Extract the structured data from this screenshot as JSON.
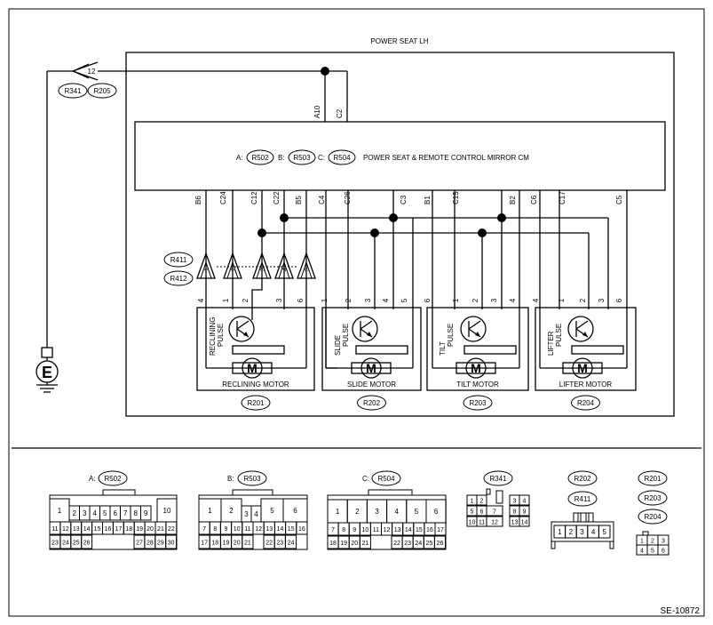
{
  "title": "POWER SEAT LH",
  "code": "SE-10872",
  "module": {
    "name": "POWER SEAT & REMOTE CONTROL MIRROR CM",
    "connectors": [
      {
        "letter": "A:",
        "ref": "R502"
      },
      {
        "letter": "B:",
        "ref": "R503"
      },
      {
        "letter": "C:",
        "ref": "R504"
      }
    ],
    "top_pins": [
      "A10",
      "C2"
    ],
    "bottom_pins": [
      "B6",
      "C24",
      "C12",
      "C22",
      "B5",
      "C4",
      "C26",
      "C3",
      "B1",
      "C15",
      "B2",
      "C6",
      "C17",
      "C5"
    ]
  },
  "ground": {
    "terminal": "12",
    "connectors": [
      "R341",
      "R205"
    ],
    "symbol": "E"
  },
  "inline_connectors": [
    "R411",
    "R412"
  ],
  "inline_pins": [
    "1",
    "2",
    "3",
    "4",
    "5"
  ],
  "motors": [
    {
      "name": "RECLINING MOTOR",
      "pulse": [
        "RECLINING",
        "PULSE"
      ],
      "ref": "R201",
      "pins": [
        "4",
        "1",
        "2",
        "3",
        "6"
      ]
    },
    {
      "name": "SLIDE MOTOR",
      "pulse": [
        "SLIDE",
        "PULSE"
      ],
      "ref": "R202",
      "pins": [
        "1",
        "2",
        "3",
        "4",
        "5",
        "6"
      ]
    },
    {
      "name": "TILT MOTOR",
      "pulse": [
        "TILT",
        "PULSE"
      ],
      "ref": "R203",
      "pins": [
        "1",
        "2",
        "3",
        "4"
      ]
    },
    {
      "name": "LIFTER MOTOR",
      "pulse": [
        "LIFTER",
        "PULSE"
      ],
      "ref": "R204",
      "pins": [
        "4",
        "1",
        "2",
        "3",
        "6"
      ]
    }
  ],
  "motor_symbol": "M",
  "legend": {
    "a": {
      "letter": "A:",
      "ref": "R502",
      "row1": [
        "1",
        "2",
        "3",
        "4",
        "5",
        "6",
        "7",
        "8",
        "9",
        "10"
      ],
      "row2": [
        "11",
        "12",
        "13",
        "14",
        "15",
        "16",
        "17",
        "18",
        "19",
        "20",
        "21",
        "22"
      ],
      "row3": [
        "23",
        "24",
        "25",
        "26",
        "27",
        "28",
        "29",
        "30"
      ]
    },
    "b": {
      "letter": "B:",
      "ref": "R503",
      "row1": [
        "1",
        "2",
        "3",
        "4",
        "5",
        "6"
      ],
      "row2": [
        "7",
        "8",
        "9",
        "10",
        "11",
        "12",
        "13",
        "14",
        "15",
        "16"
      ],
      "row3": [
        "17",
        "18",
        "19",
        "20",
        "21",
        "22",
        "23",
        "24"
      ]
    },
    "c": {
      "letter": "C:",
      "ref": "R504",
      "row1": [
        "1",
        "2",
        "3",
        "4",
        "5",
        "6"
      ],
      "row2": [
        "7",
        "8",
        "9",
        "10",
        "11",
        "12",
        "13",
        "14",
        "15",
        "16",
        "17"
      ],
      "row3": [
        "18",
        "19",
        "20",
        "21",
        "22",
        "23",
        "24",
        "25",
        "26"
      ]
    },
    "r341": {
      "ref": "R341",
      "cells": [
        "1",
        "2",
        "3",
        "4",
        "5",
        "6",
        "7",
        "8",
        "9",
        "10",
        "11",
        "12",
        "13",
        "14"
      ]
    },
    "r202": {
      "refs": [
        "R202",
        "R411"
      ],
      "cells": [
        "1",
        "2",
        "3",
        "4",
        "5"
      ]
    },
    "r201": {
      "refs": [
        "R201",
        "R203",
        "R204"
      ],
      "cells": [
        "1",
        "2",
        "3",
        "4",
        "5",
        "6"
      ]
    }
  }
}
